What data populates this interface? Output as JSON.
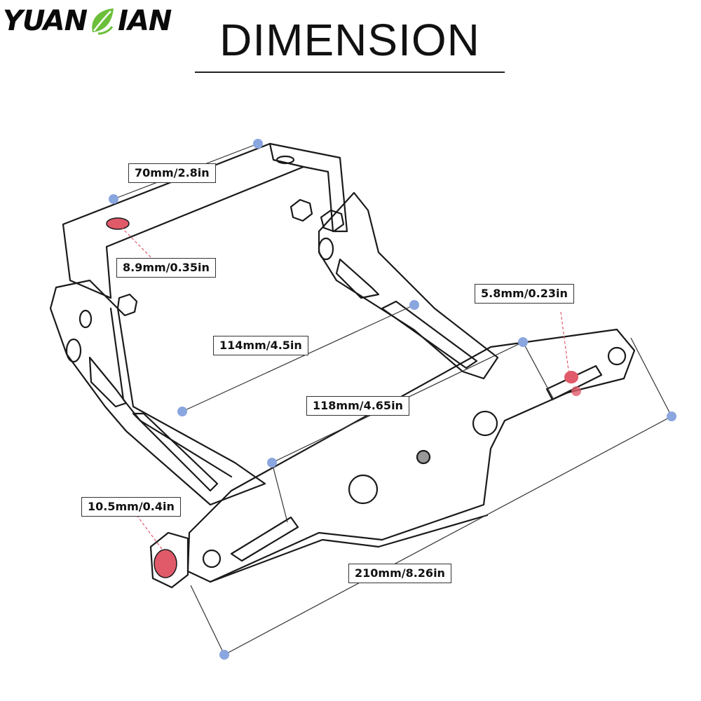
{
  "brand": {
    "text_left": "YUAN",
    "text_right": "IAN",
    "leaf_color": "#6cbf3a"
  },
  "title": "DIMENSION",
  "dimensions": [
    {
      "id": "width-top",
      "text": "70mm/2.8in"
    },
    {
      "id": "hole-top",
      "text": "8.9mm/0.35in"
    },
    {
      "id": "slot",
      "text": "5.8mm/0.23in"
    },
    {
      "id": "arm-length",
      "text": "114mm/4.5in"
    },
    {
      "id": "arm-span",
      "text": "118mm/4.65in"
    },
    {
      "id": "hole-front",
      "text": "10.5mm/0.4in"
    },
    {
      "id": "plate-length",
      "text": "210mm/8.26in"
    }
  ],
  "colors": {
    "marker_blue": "#8aa6df",
    "marker_red": "#e05a6a",
    "line": "#1a1a1a"
  }
}
